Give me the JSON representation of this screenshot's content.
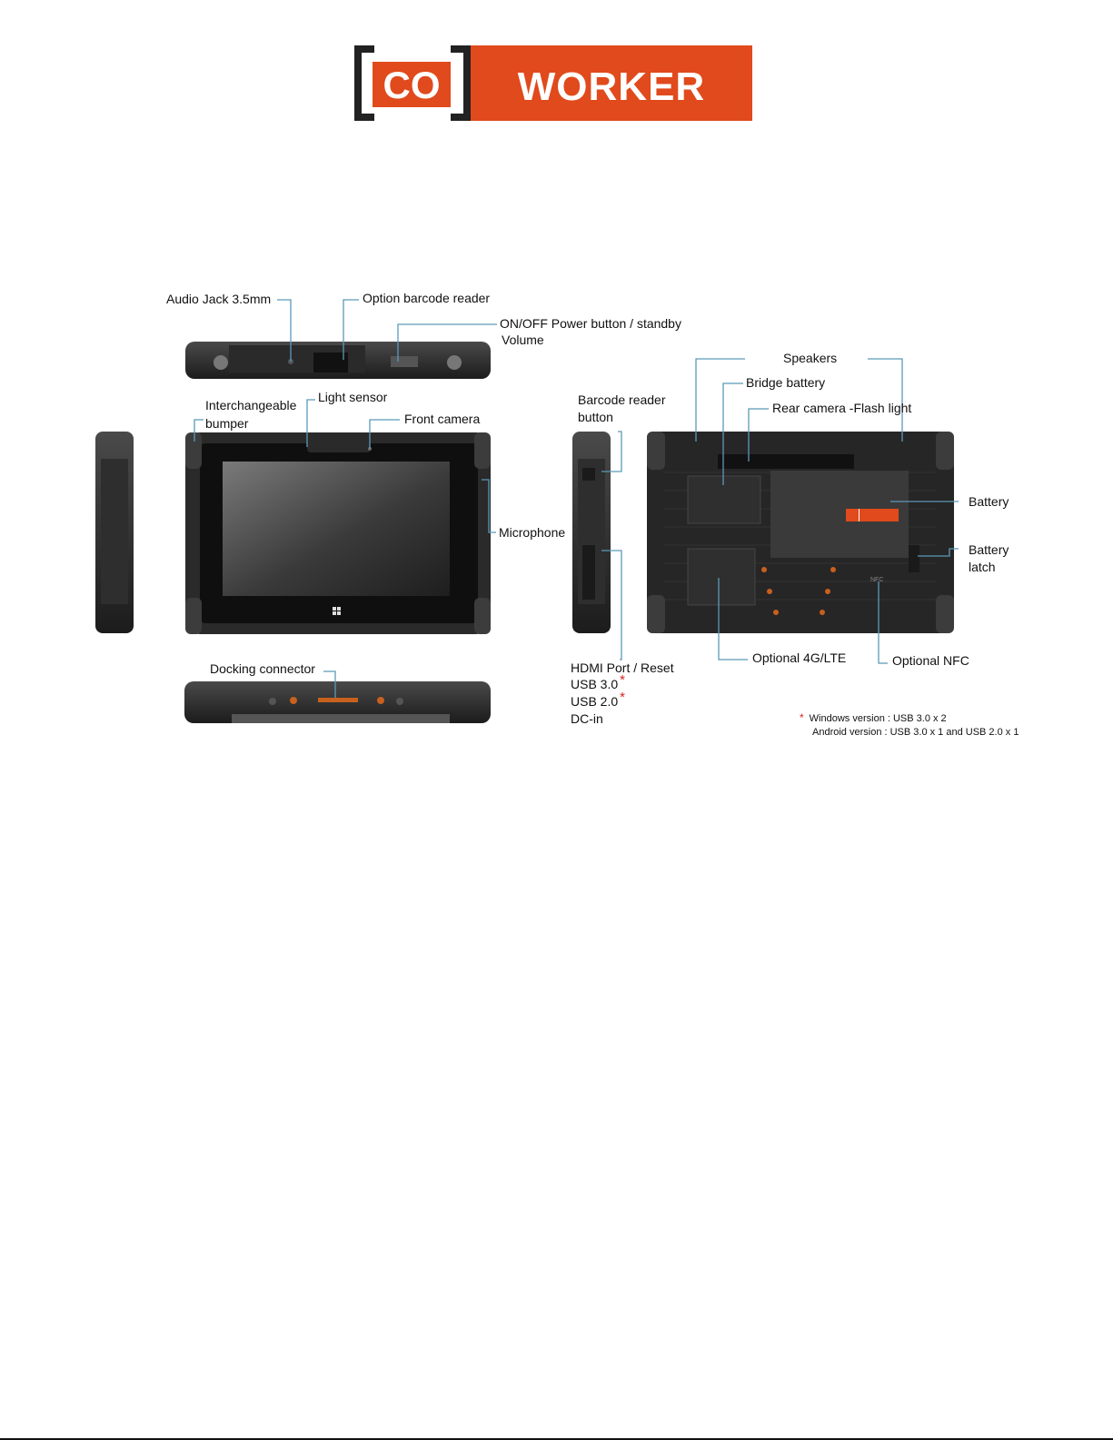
{
  "brand": {
    "logo_left": "CO",
    "logo_right": "WORKER",
    "colors": {
      "orange": "#e04a1c",
      "black": "#222222"
    }
  },
  "labels": {
    "audio_jack": "Audio  Jack 3.5mm",
    "barcode_reader": "Option barcode reader",
    "power_button": "ON/OFF Power button / standby",
    "volume": "Volume",
    "bumper_1": "Interchangeable",
    "bumper_2": "bumper",
    "light_sensor": "Light sensor",
    "front_camera": "Front camera",
    "barcode_button_1": "Barcode reader",
    "barcode_button_2": "button",
    "microphone": "Microphone",
    "speakers": "Speakers",
    "bridge_battery": "Bridge battery",
    "rear_camera": "Rear camera -Flash light",
    "battery": "Battery",
    "battery_latch_1": "Battery",
    "battery_latch_2": "latch",
    "docking_connector": "Docking connector",
    "hdmi_reset": "HDMI Port  / Reset",
    "usb30": "USB 3.0",
    "usb20": "USB 2.0",
    "dcin": "DC-in",
    "optional_4g": "Optional 4G/LTE",
    "optional_nfc": "Optional NFC",
    "nfc_mark": "NFC",
    "asterisk": "*"
  },
  "footnote": {
    "line1": "Windows version : USB 3.0 x 2",
    "line2": "Android  version : USB 3.0 x 1 and USB 2.0 x 1"
  },
  "icons": [
    "windows-logo-icon",
    "asterisk-icon"
  ]
}
